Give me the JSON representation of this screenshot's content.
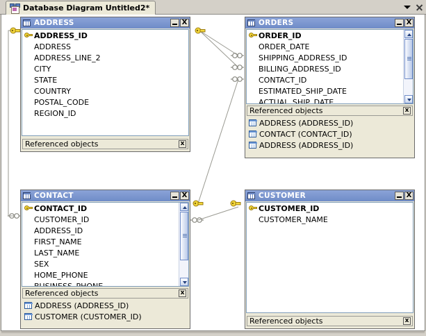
{
  "tab": {
    "label": "Database Diagram Untitled2*",
    "icon": "diagram-icon",
    "dropdown_icon": "chevron-down-icon",
    "close_icon": "close-icon"
  },
  "window_buttons": {
    "minimize": "_",
    "close": "X"
  },
  "referenced_objects_label": "Referenced objects",
  "referenced_close_label": "x",
  "colors": {
    "titlebar": "#7b95d0",
    "canvas": "#ffffff",
    "panel": "#ece9d8",
    "key": "#f5d93b",
    "link": "#9a9a92"
  },
  "tables": [
    {
      "name": "ADDRESS",
      "columns": [
        {
          "name": "ADDRESS_ID",
          "pk": true
        },
        {
          "name": "ADDRESS",
          "pk": false
        },
        {
          "name": "ADDRESS_LINE_2",
          "pk": false
        },
        {
          "name": "CITY",
          "pk": false
        },
        {
          "name": "STATE",
          "pk": false
        },
        {
          "name": "COUNTRY",
          "pk": false
        },
        {
          "name": "POSTAL_CODE",
          "pk": false
        },
        {
          "name": "REGION_ID",
          "pk": false
        }
      ],
      "scrollbar": false,
      "referenced_objects": []
    },
    {
      "name": "ORDERS",
      "columns": [
        {
          "name": "ORDER_ID",
          "pk": true
        },
        {
          "name": "ORDER_DATE",
          "pk": false
        },
        {
          "name": "SHIPPING_ADDRESS_ID",
          "pk": false
        },
        {
          "name": "BILLING_ADDRESS_ID",
          "pk": false
        },
        {
          "name": "CONTACT_ID",
          "pk": false
        },
        {
          "name": "ESTIMATED_SHIP_DATE",
          "pk": false
        },
        {
          "name": "ACTUAL_SHIP_DATE",
          "pk": false
        }
      ],
      "scrollbar": true,
      "referenced_objects": [
        "ADDRESS (ADDRESS_ID)",
        "CONTACT (CONTACT_ID)",
        "ADDRESS (ADDRESS_ID)"
      ]
    },
    {
      "name": "CONTACT",
      "columns": [
        {
          "name": "CONTACT_ID",
          "pk": true
        },
        {
          "name": "CUSTOMER_ID",
          "pk": false
        },
        {
          "name": "ADDRESS_ID",
          "pk": false
        },
        {
          "name": "FIRST_NAME",
          "pk": false
        },
        {
          "name": "LAST_NAME",
          "pk": false
        },
        {
          "name": "SEX",
          "pk": false
        },
        {
          "name": "HOME_PHONE",
          "pk": false
        },
        {
          "name": "BUSINESS_PHONE",
          "pk": false
        }
      ],
      "scrollbar": true,
      "referenced_objects": [
        "ADDRESS (ADDRESS_ID)",
        "CUSTOMER (CUSTOMER_ID)"
      ]
    },
    {
      "name": "CUSTOMER",
      "columns": [
        {
          "name": "CUSTOMER_ID",
          "pk": true
        },
        {
          "name": "CUSTOMER_NAME",
          "pk": false
        }
      ],
      "scrollbar": false,
      "referenced_objects": []
    }
  ]
}
